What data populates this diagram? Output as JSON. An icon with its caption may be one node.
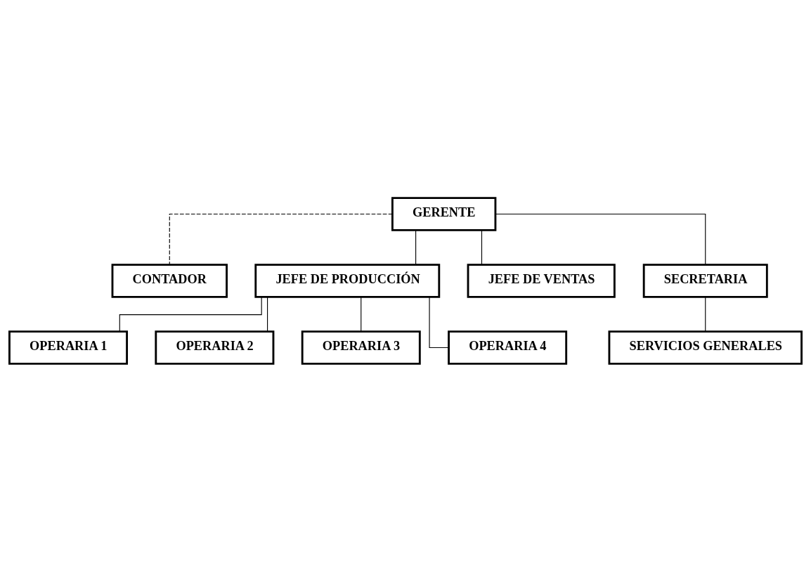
{
  "diagram": {
    "nodes": [
      {
        "text": [
          "GERENTE"
        ]
      },
      {
        "text": [
          "CONTADOR"
        ]
      },
      {
        "text": [
          "JEFE DE PRODUCCIÓN"
        ]
      },
      {
        "text": [
          "JEFE DE VENTAS"
        ]
      },
      {
        "text": [
          "SECRETARIA"
        ]
      },
      {
        "text": [
          "SERVICIOS GENERALES"
        ]
      },
      {
        "text": [
          "OPERARIA 1"
        ]
      },
      {
        "text": [
          "OPERARIA 2"
        ]
      },
      {
        "text": [
          "OPERARIA 3"
        ]
      },
      {
        "text": [
          "OPERARIA 4"
        ]
      }
    ],
    "edges": [
      {
        "from": 0,
        "to": 1,
        "arrow": "none",
        "style": "dashed"
      },
      {
        "from": 0,
        "to": 3,
        "arrow": "none"
      },
      {
        "from": 0,
        "to": 4,
        "arrow": "none"
      },
      {
        "from": 0,
        "to": 2,
        "arrow": "none"
      },
      {
        "from": 4,
        "to": 5,
        "arrow": "none"
      },
      {
        "from": 2,
        "to": 6,
        "arrow": "none"
      },
      {
        "from": 2,
        "to": 7,
        "arrow": "none"
      },
      {
        "from": 2,
        "to": 8,
        "arrow": "none"
      },
      {
        "from": 2,
        "to": 9,
        "arrow": "none"
      }
    ]
  }
}
